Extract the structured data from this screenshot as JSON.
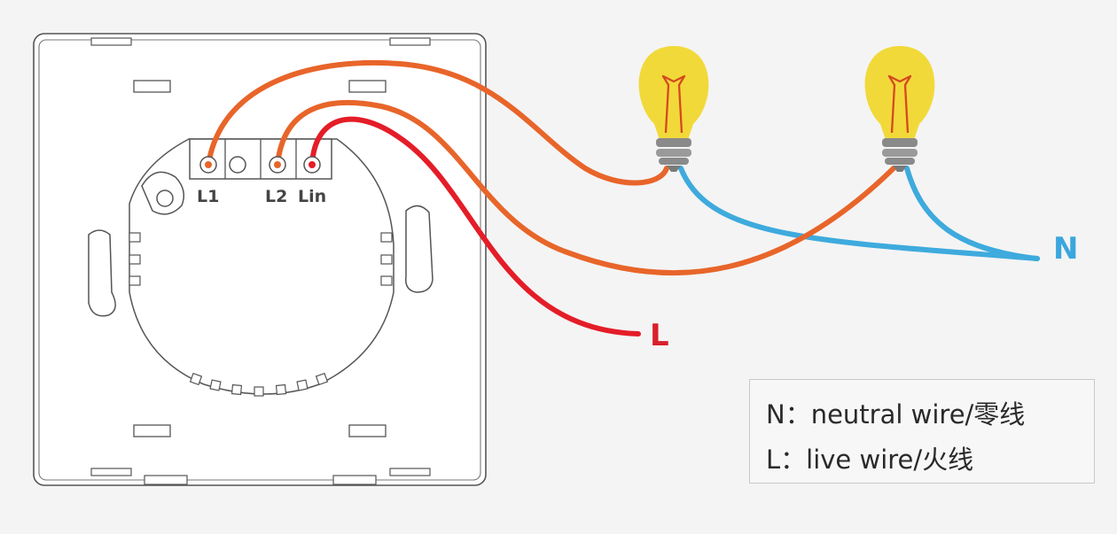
{
  "terminals": {
    "l1": "L1",
    "l2": "L2",
    "lin": "Lin"
  },
  "wire_labels": {
    "neutral": "N",
    "live": "L"
  },
  "legend": {
    "neutral": "N：neutral wire/零线",
    "live": "L：live wire/火线"
  },
  "colors": {
    "live_wire": "#e41d28",
    "switched_wire": "#e8652a",
    "neutral_wire": "#3eaadd",
    "bulb": "#f2d93a",
    "filament": "#d44a1d",
    "label_live": "#d8202a",
    "label_neutral": "#3aa7de"
  },
  "icons": [
    "light-bulb-icon",
    "light-bulb-icon"
  ]
}
